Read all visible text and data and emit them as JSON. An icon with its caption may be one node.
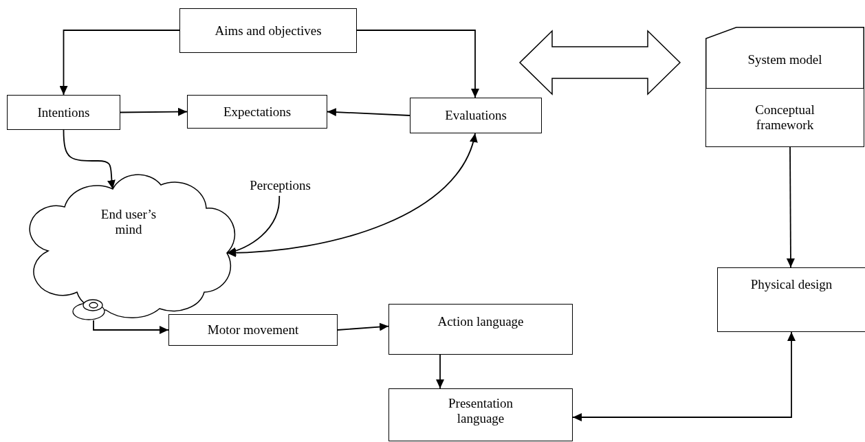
{
  "diagram": {
    "nodes": [
      {
        "text": [
          "Aims and objectives"
        ]
      },
      {
        "text": [
          "Intentions"
        ]
      },
      {
        "text": [
          "Expectations"
        ]
      },
      {
        "text": [
          "Evaluations"
        ]
      },
      {
        "text": [
          "System model"
        ]
      },
      {
        "text": [
          "Conceptual framework"
        ]
      },
      {
        "text": [
          "Perceptions"
        ]
      },
      {
        "text": [
          "End user’s mind"
        ]
      },
      {
        "text": [],
        "shape": "circle"
      },
      {
        "text": [
          "Motor movement"
        ]
      },
      {
        "text": [
          "Action language"
        ]
      },
      {
        "text": [
          "Presentation language"
        ]
      },
      {
        "text": [
          "Physical design"
        ]
      }
    ],
    "edges": [
      {
        "from": 0,
        "to": 1,
        "arrow": "to"
      },
      {
        "from": 0,
        "to": 3,
        "arrow": "to"
      },
      {
        "from": 1,
        "to": 2,
        "arrow": "to"
      },
      {
        "from": 3,
        "to": 2,
        "arrow": "to"
      },
      {
        "from": 1,
        "to": 7,
        "arrow": "to"
      },
      {
        "from": 3,
        "to": 7,
        "arrow": "both"
      },
      {
        "from": 6,
        "to": 7,
        "arrow": "to"
      },
      {
        "from": 5,
        "to": 12,
        "arrow": "to"
      },
      {
        "from": 8,
        "to": 9,
        "arrow": "to"
      },
      {
        "from": 9,
        "to": 10,
        "arrow": "to"
      },
      {
        "from": 10,
        "to": 11,
        "arrow": "to"
      },
      {
        "from": 12,
        "to": 11,
        "arrow": "both"
      },
      {
        "from": 3,
        "to": 4,
        "arrow": "both",
        "style": "thick"
      }
    ]
  }
}
